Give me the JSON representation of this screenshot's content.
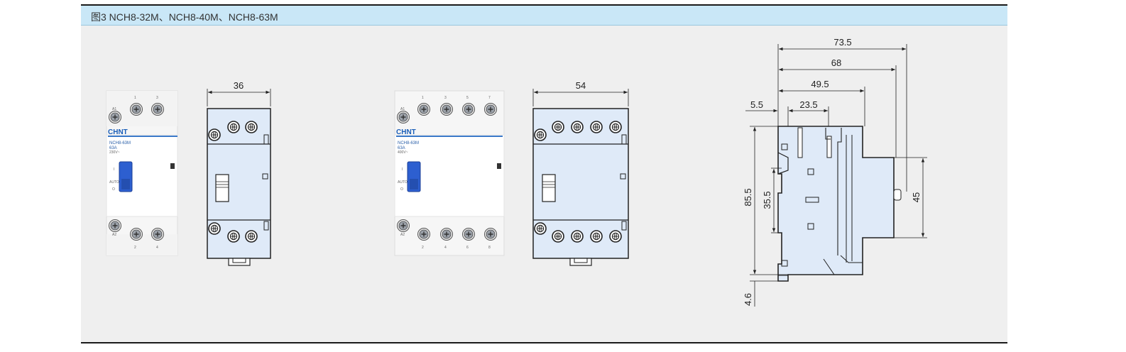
{
  "caption": "图3 NCH8-32M、NCH8-40M、NCH8-63M",
  "product_2p": {
    "brand": "CHNT",
    "model": "NCH8-63M",
    "rating": "63A",
    "voltage": "230V~",
    "coil_labels": [
      "A1",
      "A2"
    ],
    "top_terminals": [
      "1",
      "3"
    ],
    "bottom_terminals": [
      "2",
      "4"
    ],
    "switch_marks": [
      "I",
      "AUTO",
      "O"
    ]
  },
  "product_4p": {
    "brand": "CHNT",
    "model": "NCH8-63M",
    "rating": "63A",
    "voltage": "400V~",
    "coil_labels": [
      "A1",
      "A2"
    ],
    "top_terminals": [
      "1",
      "3",
      "5",
      "7"
    ],
    "bottom_terminals": [
      "2",
      "4",
      "6",
      "8"
    ],
    "switch_marks": [
      "I",
      "AUTO",
      "O"
    ]
  },
  "dimensions": {
    "front_2p_width": "36",
    "front_4p_width": "54",
    "side_overall": "73.5",
    "side_68": "68",
    "side_49_5": "49.5",
    "side_23_5": "23.5",
    "side_5_5": "5.5",
    "side_height": "85.5",
    "side_35_5": "35.5",
    "side_45": "45",
    "side_4_6": "4.6"
  },
  "colors": {
    "caption_bg": "#c9e7f7",
    "panel_bg": "#efefef",
    "drawing_fill": "#dfeaf8",
    "handle_blue": "#2d5fd0",
    "brand_blue": "#1c5fb8"
  }
}
